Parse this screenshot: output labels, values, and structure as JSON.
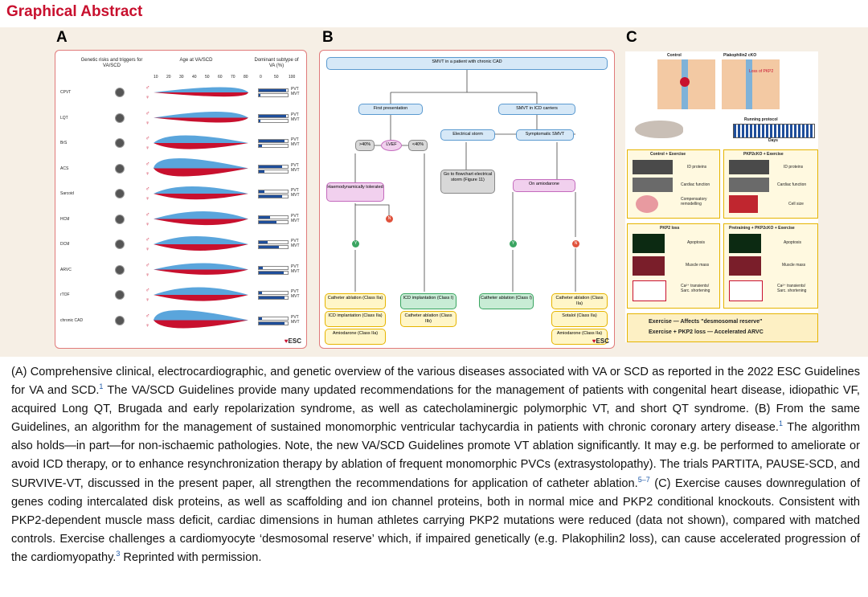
{
  "heading": "Graphical Abstract",
  "panel_labels": {
    "a": "A",
    "b": "B",
    "c": "C"
  },
  "panel_a": {
    "headers": {
      "genetic": "Genetic risks and triggers for VA/SCD",
      "age": "Age at VA/SCD",
      "subtype": "Dominant subtype of VA (%)"
    },
    "age_ticks": [
      "10",
      "20",
      "30",
      "40",
      "50",
      "60",
      "70",
      "80"
    ],
    "pct_ticks": [
      "0",
      "50",
      "100"
    ],
    "rows": [
      {
        "label": "CPVT",
        "pvt": 95
      },
      {
        "label": "LQT",
        "pvt": 95
      },
      {
        "label": "BrS",
        "pvt": 90
      },
      {
        "label": "ACS",
        "pvt": 80
      },
      {
        "label": "Sarcoid",
        "pvt": 20
      },
      {
        "label": "HCM",
        "pvt": 40
      },
      {
        "label": "DCM",
        "pvt": 30
      },
      {
        "label": "ARVC",
        "pvt": 15
      },
      {
        "label": "rTOF",
        "pvt": 10
      },
      {
        "label": "chronic CAD",
        "pvt": 10
      }
    ],
    "pvt_label": "PVT",
    "mvt_label": "MVT",
    "male_symbol": "♂",
    "female_symbol": "♀",
    "esc": "ESC"
  },
  "panel_b": {
    "top": "SMVT in a patient with chronic CAD",
    "first": "First presentation",
    "icd_carriers": "SMVT in ICD carriers",
    "lvef": "LVEF",
    "gt40": ">40%",
    "lt40": "<40%",
    "storm": "Electrical storm",
    "symptomatic": "Symptomatic SMVT",
    "tolerated": "Haemodynamically tolerated",
    "flowchart": "Go to flowchart electrical storm (Figure 11)",
    "amiodarone": "On amiodarone",
    "y": "Y",
    "n": "N",
    "c1": [
      "Catheter ablation (Class IIa)",
      "ICD implantation (Class IIa)",
      "Amiodarone (Class IIa)"
    ],
    "c2": [
      "ICD implantation (Class I)",
      "Catheter ablation (Class IIb)"
    ],
    "c3": [
      "Catheter ablation (Class I)"
    ],
    "c4": [
      "Catheter ablation (Class IIa)",
      "Sotalol (Class IIa)",
      "Amiodarone (Class IIa)"
    ],
    "esc": "ESC"
  },
  "panel_c": {
    "control": "Control",
    "ko": "Plakophilin2 cKO",
    "loss": "Loss of PKP2",
    "running": "Running protocol",
    "days": "Days",
    "ctrl_ex": "Control + Exercise",
    "pkp_ex": "PKP2cKO + Exercise",
    "id_proteins": "ID proteins",
    "cardiac_function": "Cardiac function",
    "comp": "Compensatory remodelling",
    "cell_size": "Cell size",
    "pkp2_loss": "PKP2 loss",
    "pretrain": "Pretraining + PKP2cKO + Exercise",
    "apoptosis": "Apoptosis",
    "muscle_mass": "Muscle mass",
    "ca": "Ca²⁺ transients/ Sarc. shortening",
    "sum1a": "Exercise",
    "sum1b": "Affects \"desmosomal reserve\"",
    "sum2a": "Exercise + PKP2 loss",
    "sum2b": "Accelerated ARVC"
  },
  "caption": {
    "p1": "(A) Comprehensive clinical, electrocardiographic, and genetic overview of the various diseases associated with VA or SCD as reported in the 2022 ESC Guidelines for VA and SCD.",
    "ref1": "1",
    "p2": " The VA/SCD Guidelines provide many updated recommendations for the management of patients with congenital heart disease, idiopathic VF, acquired Long QT, Brugada and early repolarization syndrome, as well as catecholaminergic polymorphic VT, and short QT syndrome. (B) From the same Guidelines, an algorithm for the management of sustained monomorphic ventricular tachycardia in patients with chronic coronary artery disease.",
    "ref2": "1",
    "p3": " The algorithm also holds—in part—for non-ischaemic pathologies. Note, the new VA/SCD Guidelines promote VT ablation significantly. It may e.g. be performed to ameliorate or avoid ICD therapy, or to enhance resynchronization therapy by ablation of frequent monomorphic PVCs (extrasystolopathy). The trials PARTITA, PAUSE-SCD, and SURVIVE-VT, discussed in the present paper, all strengthen the recommendations for application of catheter ablation.",
    "ref3": "5–7",
    "p4": " (C) Exercise causes downregulation of genes coding intercalated disk proteins, as well as scaffolding and ion channel proteins, both in normal mice and PKP2 conditional knockouts. Consistent with PKP2-dependent muscle mass deficit, cardiac dimensions in human athletes carrying PKP2 mutations were reduced (data not shown), compared with matched controls. Exercise challenges a cardiomyocyte ‘desmosomal reserve’ which, if impaired genetically (e.g. Plakophilin2 loss), can cause accelerated progression of the cardiomyopathy.",
    "ref4": "3",
    "p5": " Reprinted with permission."
  }
}
